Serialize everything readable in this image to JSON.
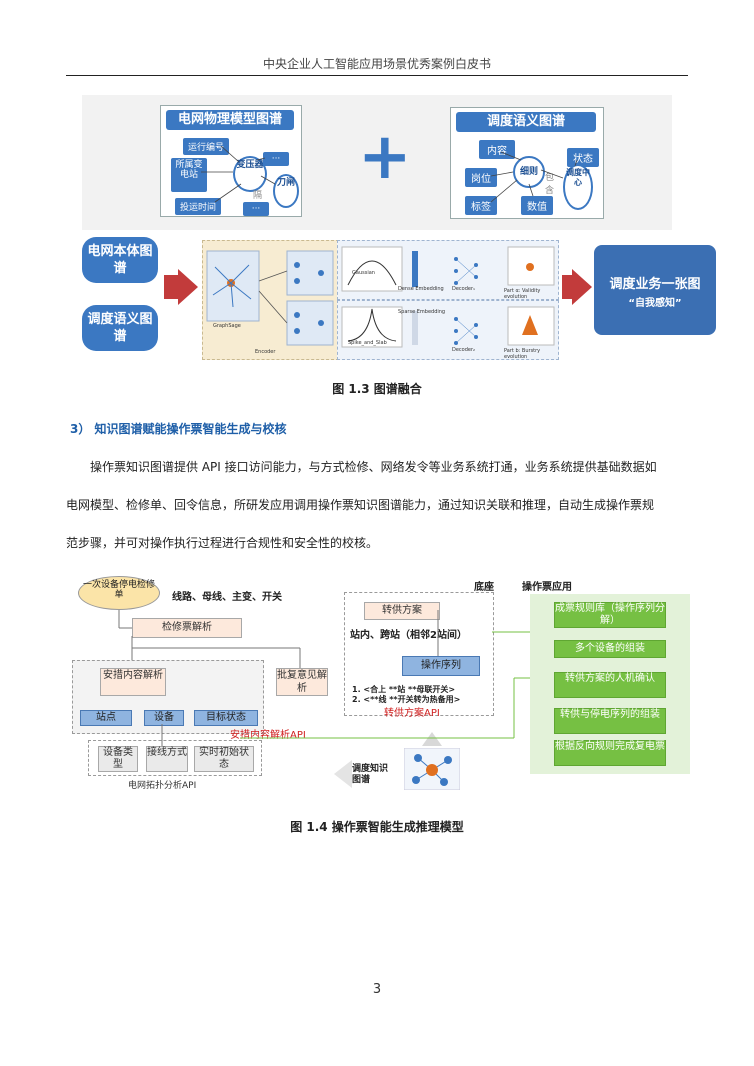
{
  "header": {
    "title": "中央企业人工智能应用场景优秀案例白皮书"
  },
  "fig13": {
    "left_title": "电网物理模型图谱",
    "left_tags": [
      "运行编号",
      "所属变电站",
      "投运时间"
    ],
    "left_nodes": [
      "变压器",
      "刀闸",
      "···",
      "···"
    ],
    "left_edge": "隔",
    "right_title": "调度语义图谱",
    "right_tags": [
      "内容",
      "状态",
      "岗位",
      "标签",
      "数值"
    ],
    "right_nodes": [
      "细则",
      "调度中心"
    ],
    "right_edge": "包含",
    "plus": "+",
    "pill_1": "电网本体图谱",
    "pill_2": "调度语义图谱",
    "output_line1": "调度业务一张图",
    "output_line2": "“自我感知”",
    "encoder_label": "Encoder",
    "graph_label": "GraphSage",
    "dec1": "Decoder₁",
    "dec2": "Decoder₂",
    "gauss": "Gaussian",
    "spike": "Spike_and_Slab",
    "emb1": "Dense Embedding",
    "emb2": "Sparse Embedding",
    "part1": "Part α: Validity evolution",
    "part2": "Part b: Burstry evolution",
    "caption": "图 1.3 图谱融合"
  },
  "section": {
    "heading": "3）  知识图谱赋能操作票智能生成与校核",
    "para_lines": [
      "操作票知识图谱提供 API 接口访问能力，与方式检修、网络发令等业务系统打通，业务系统提供基础数据如",
      "电网模型、检修单、回令信息，所研发应用调用操作票知识图谱能力，通过知识关联和推理，自动生成操作票规",
      "范步骤，并可对操作执行过程进行合规性和安全性的校核。"
    ]
  },
  "fig14": {
    "oval": "一次设备停电检修单",
    "oval_note": "线路、母线、主变、开关",
    "parse": "检修票解析",
    "arrange": "安措内容解析",
    "station": "站点",
    "device": "设备",
    "target": "目标状态",
    "reply": "批复意见解析",
    "dev_type": "设备类型",
    "wiring": "接线方式",
    "realtime": "实时初始状态",
    "api_arrange": "安措内容解析API",
    "api_topo": "电网拓扑分析API",
    "base_title": "底座",
    "transfer": "转供方案",
    "station_note": "站内、跨站（相邻2站间）",
    "op_seq": "操作序列",
    "rule1": "1.  <合上 **站 **母联开关>",
    "rule2": "2.  <**线 **开关转为热备用>",
    "api_transfer": "转供方案API",
    "kg_label": "调度知识图谱",
    "app_title": "操作票应用",
    "steps": [
      "成票规则库（操作序列分解）",
      "多个设备的组装",
      "转供方案的人机确认",
      "转供与停电序列的组装",
      "根据反向规则完成复电票"
    ],
    "caption": "图 1.4 操作票智能生成推理模型"
  },
  "page_number": "3"
}
